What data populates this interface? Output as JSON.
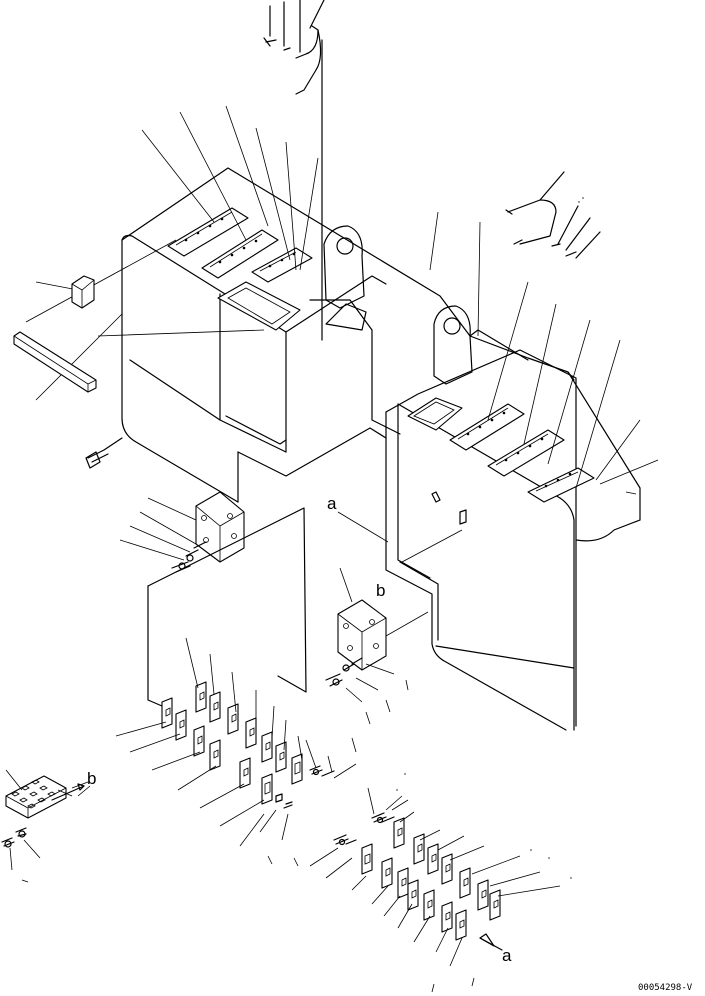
{
  "callouts": {
    "a_upper": "a",
    "b_mid": "b",
    "b_left": "b",
    "a_lower": "a"
  },
  "drawing_code": "00054298-V"
}
